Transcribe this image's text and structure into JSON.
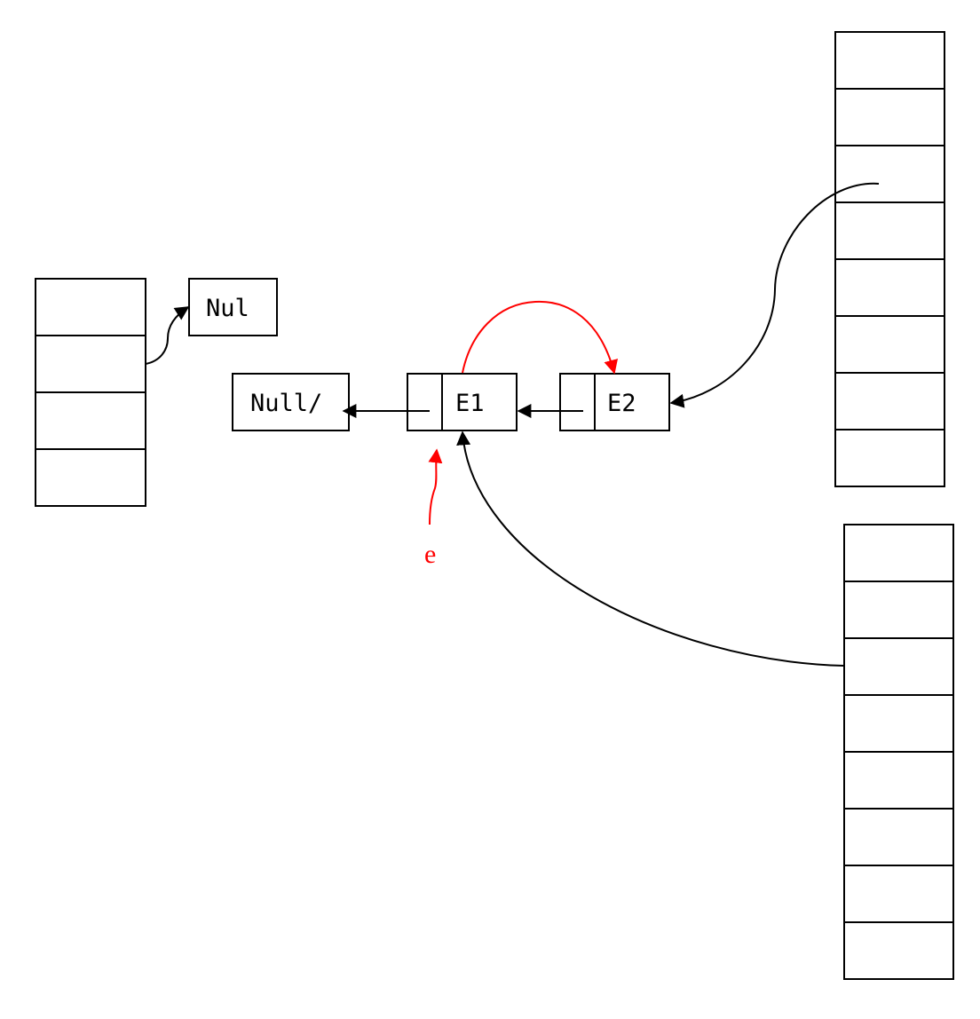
{
  "nodes": {
    "nul_label": "Nul",
    "null_label": "Null/",
    "e1_label": "E1",
    "e2_label": "E2"
  },
  "pointer": {
    "label": "e",
    "color": "#ff0000"
  },
  "colors": {
    "line": "#000000",
    "highlight": "#ff0000",
    "background": "#ffffff"
  },
  "tables": {
    "left_slots": 4,
    "top_right_slots": 8,
    "bottom_right_slots": 8
  }
}
